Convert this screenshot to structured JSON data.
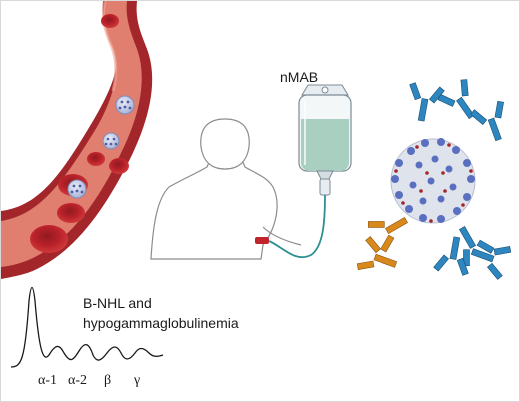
{
  "drug_label": "nMAB",
  "condition": {
    "line1": "B-NHL and",
    "line2": "hypogammaglobulinemia"
  },
  "electrophoresis": {
    "bands": [
      "α-1",
      "α-2",
      "β",
      "γ"
    ]
  },
  "colors": {
    "vessel_outer": "#a3262b",
    "vessel_lumen": "#e07f6f",
    "blood_cell": "#c2242c",
    "iv_fluid": "#a8cfbf",
    "antibody_blue": "#2e86c1",
    "antibody_orange": "#d9891c",
    "virion": "#5a6fc0",
    "outline": "#1a1a1a"
  },
  "icons": [
    "blood-vessel-icon",
    "red-blood-cell-icon",
    "virion-icon",
    "patient-figure-icon",
    "iv-bag-icon",
    "antibody-icon"
  ]
}
